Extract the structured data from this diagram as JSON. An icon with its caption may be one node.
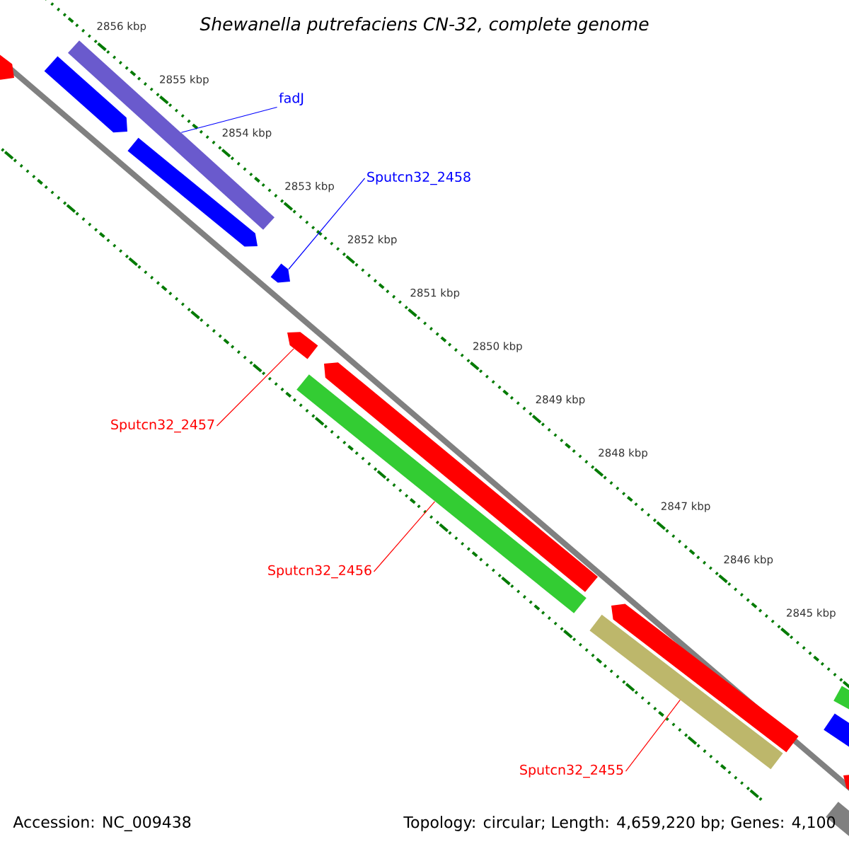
{
  "diagram": {
    "title": "Shewanella putrefaciens CN-32, complete genome",
    "nodes": [
      {
        "text": [
          "fadJ"
        ]
      },
      {
        "text": [
          "Sputcn32_2458"
        ]
      },
      {
        "text": [
          "Sputcn32_2457"
        ]
      },
      {
        "text": [
          "Sputcn32_2456"
        ]
      },
      {
        "text": [
          "Sputcn32_2455"
        ]
      },
      {
        "text": [],
        "shape": "bar"
      },
      {
        "text": [],
        "shape": "bar"
      },
      {
        "text": [],
        "shape": "bar"
      },
      {
        "text": [],
        "shape": "bar"
      },
      {
        "text": [],
        "shape": "bar"
      }
    ],
    "edges": [
      {
        "from": 0,
        "to": 5,
        "arrow": "none",
        "color": "#0000ff"
      },
      {
        "from": 1,
        "to": 6,
        "arrow": "none",
        "color": "#0000ff"
      },
      {
        "from": 2,
        "to": 7,
        "arrow": "none"
      },
      {
        "from": 3,
        "to": 8,
        "arrow": "none"
      },
      {
        "from": 4,
        "to": 9,
        "arrow": "none"
      }
    ],
    "labels": [
      "2856 kbp",
      "2855 kbp",
      "2854 kbp",
      "2853 kbp",
      "2852 kbp",
      "2851 kbp",
      "2850 kbp",
      "2849 kbp",
      "2848 kbp",
      "2847 kbp",
      "2846 kbp",
      "2845 kbp",
      "Accession: NC_009438",
      "Topology: circular; Length: 4,659,220 bp; Genes: 4,100"
    ]
  }
}
